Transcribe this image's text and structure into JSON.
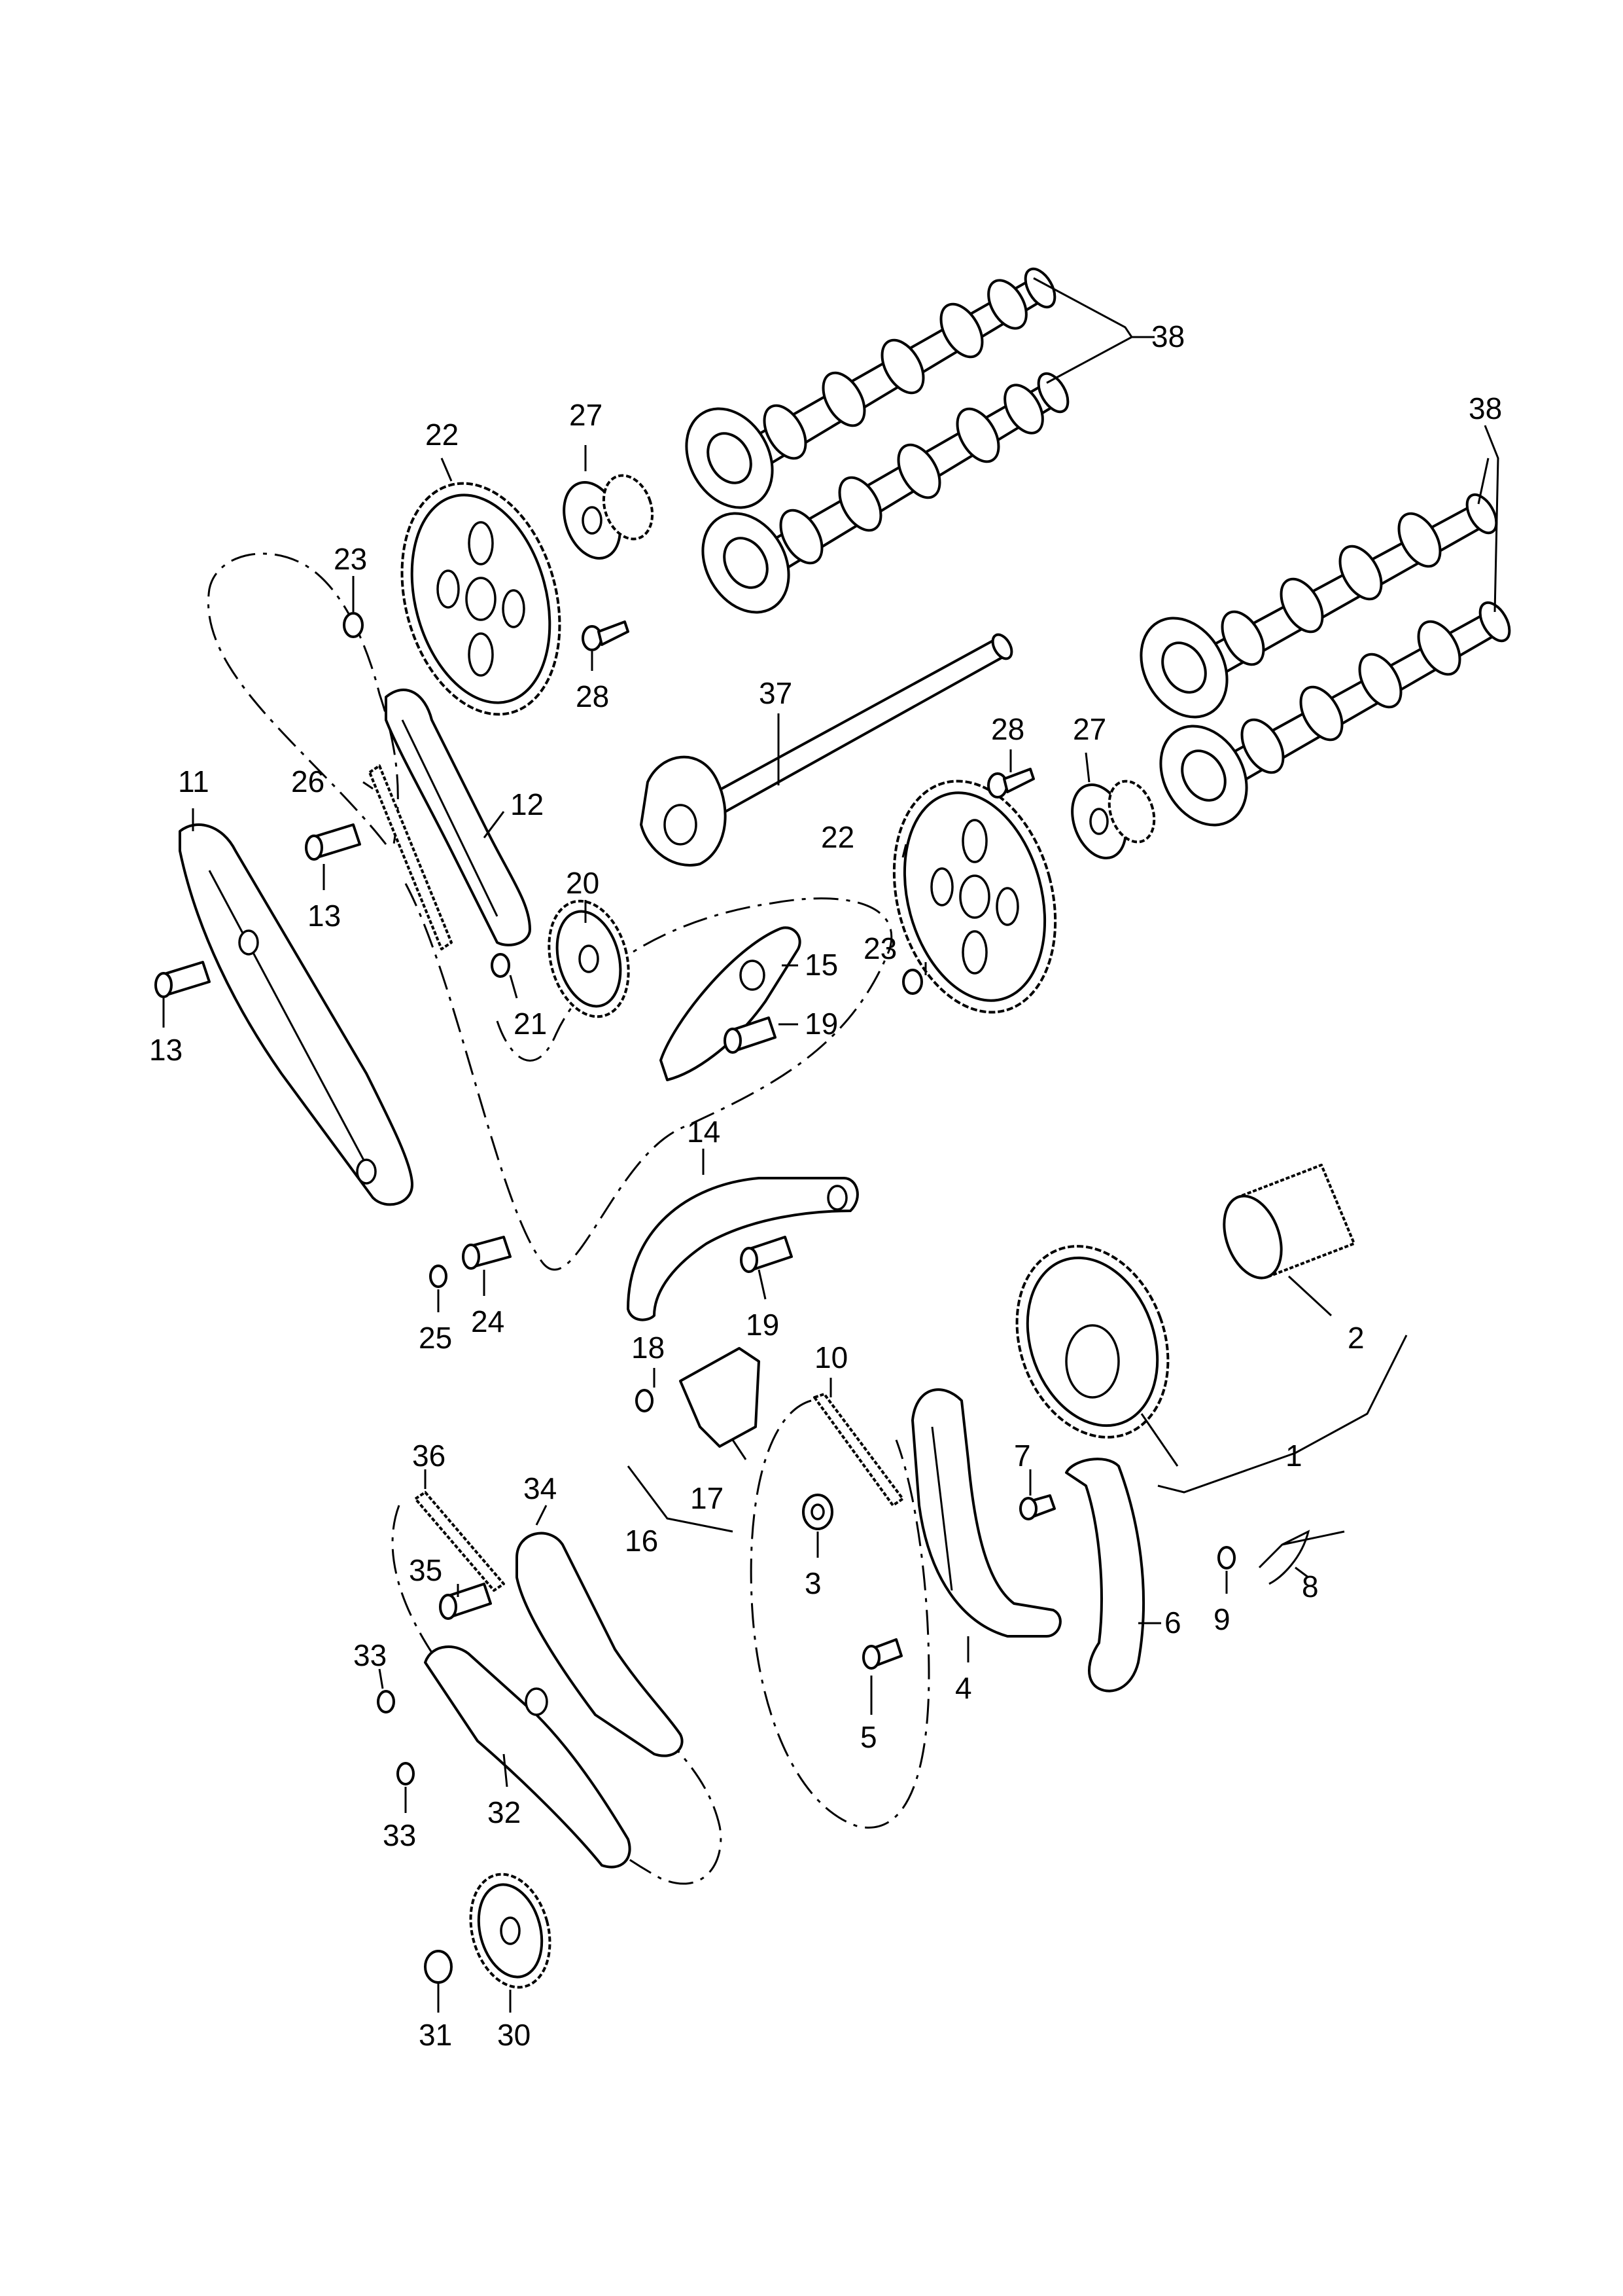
{
  "callouts": {
    "c1": "1",
    "c2": "2",
    "c3": "3",
    "c4": "4",
    "c5": "5",
    "c6": "6",
    "c7": "7",
    "c8": "8",
    "c9": "9",
    "c10": "10",
    "c11": "11",
    "c12": "12",
    "c13a": "13",
    "c13b": "13",
    "c14": "14",
    "c15": "15",
    "c16": "16",
    "c17": "17",
    "c18": "18",
    "c19a": "19",
    "c19b": "19",
    "c20": "20",
    "c21": "21",
    "c22a": "22",
    "c22b": "22",
    "c23a": "23",
    "c23b": "23",
    "c24": "24",
    "c25": "25",
    "c26": "26",
    "c27a": "27",
    "c27b": "27",
    "c28a": "28",
    "c28b": "28",
    "c30": "30",
    "c31": "31",
    "c32": "32",
    "c33a": "33",
    "c33b": "33",
    "c34": "34",
    "c35": "35",
    "c36": "36",
    "c37": "37",
    "c38a": "38",
    "c38b": "38"
  },
  "colors": {
    "line": "#000000",
    "background": "#ffffff"
  }
}
